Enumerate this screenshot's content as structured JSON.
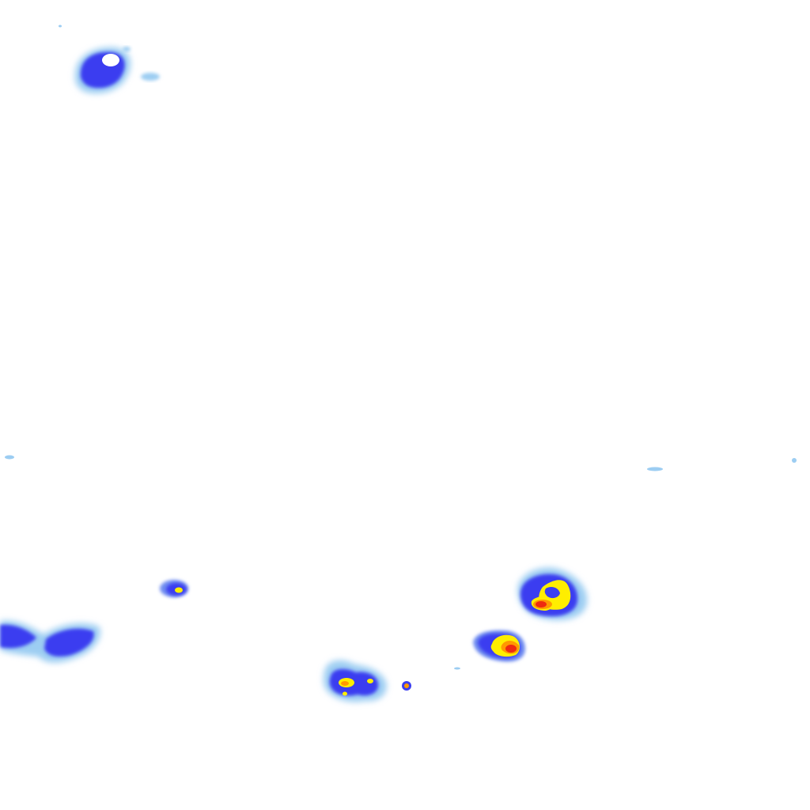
{
  "tile": {
    "kind": "precipitation radar overlay",
    "background": "#ffffff"
  },
  "palette": {
    "drizzle": "#9ccdf2",
    "light": "#6f8df0",
    "moderate": "#3b3ef0",
    "heavy": "#2a2ad8",
    "intense": "#ffee00",
    "very_intense": "#ff9900",
    "extreme": "#ee2a10"
  },
  "cells": [
    {
      "name": "cell-northwest",
      "intensity": "moderate"
    },
    {
      "name": "cell-west-small",
      "intensity": "intense"
    },
    {
      "name": "cell-southwest-band",
      "intensity": "moderate"
    },
    {
      "name": "cell-south-center",
      "intensity": "very_intense"
    },
    {
      "name": "cell-south-center-dot",
      "intensity": "very_intense"
    },
    {
      "name": "cell-southeast-lower",
      "intensity": "extreme"
    },
    {
      "name": "cell-southeast-upper",
      "intensity": "extreme"
    }
  ]
}
